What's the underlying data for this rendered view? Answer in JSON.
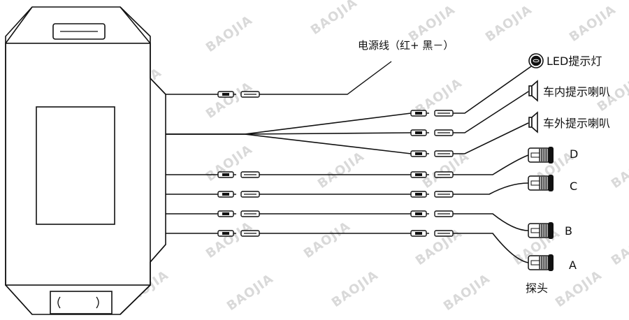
{
  "labels": {
    "power": "电源线（红+ 黑－）",
    "led": "LED提示灯",
    "speaker_in": "车内提示喇叭",
    "speaker_out": "车外提示喇叭",
    "sensor_d": "D",
    "sensor_c": "C",
    "sensor_b": "B",
    "sensor_a": "A",
    "probe": "探头"
  },
  "watermark": "BAOJIA",
  "colors": {
    "line": "#111111",
    "watermark": "#d9d9d9",
    "background": "#ffffff"
  },
  "icons": {
    "led": "led-icon",
    "speaker": "speaker-icon",
    "sensor": "sensor-icon",
    "connector": "connector-icon"
  }
}
